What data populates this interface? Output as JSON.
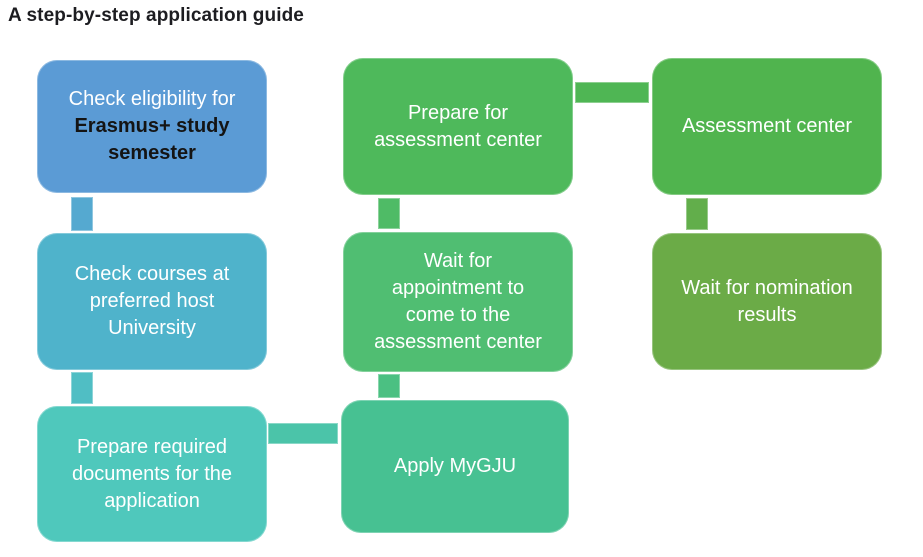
{
  "title": "A step-by-step application guide",
  "diagram": {
    "type": "flowchart",
    "flow_order": [
      "check-eligibility",
      "check-courses",
      "prepare-documents",
      "apply-mygju",
      "wait-appointment",
      "prepare-assessment",
      "assessment-center",
      "wait-nomination"
    ]
  },
  "steps": [
    {
      "id": "check-eligibility",
      "text": "Check eligibility for Erasmus+ study semester",
      "lines": [
        "Check eligibility for",
        "Erasmus+ study",
        "semester"
      ],
      "color": "#5B9BD5",
      "text_color": "#ffffff",
      "emphasis_text": "Erasmus+ study semester",
      "emphasis_color": "#141414"
    },
    {
      "id": "check-courses",
      "text": "Check courses at preferred host University",
      "lines": [
        "Check courses at",
        "preferred host",
        "University"
      ],
      "color": "#4FB3CB",
      "text_color": "#ffffff"
    },
    {
      "id": "prepare-documents",
      "text": "Prepare required documents for the application",
      "lines": [
        "Prepare required",
        "documents for the",
        "application"
      ],
      "color": "#4FC8BC",
      "text_color": "#ffffff"
    },
    {
      "id": "apply-mygju",
      "text": "Apply MyGJU",
      "lines": [
        "Apply MyGJU"
      ],
      "color": "#47C192",
      "text_color": "#ffffff"
    },
    {
      "id": "wait-appointment",
      "text": "Wait for appointment to come to the assessment center",
      "lines": [
        "Wait for",
        "appointment to",
        "come to the",
        "assessment center"
      ],
      "color": "#50BE72",
      "text_color": "#ffffff"
    },
    {
      "id": "prepare-assessment",
      "text": "Prepare for assessment center",
      "lines": [
        "Prepare for",
        "assessment center"
      ],
      "color": "#4EB95B",
      "text_color": "#ffffff"
    },
    {
      "id": "assessment-center",
      "text": "Assessment center",
      "lines": [
        "Assessment center"
      ],
      "color": "#50B44E",
      "text_color": "#ffffff"
    },
    {
      "id": "wait-nomination",
      "text": "Wait for nomination results",
      "lines": [
        "Wait for nomination",
        "results"
      ],
      "color": "#6BAB47",
      "text_color": "#ffffff"
    }
  ],
  "connectors": [
    {
      "from": "check-eligibility",
      "to": "check-courses",
      "direction": "down",
      "color": "#55A9D0"
    },
    {
      "from": "check-courses",
      "to": "prepare-documents",
      "direction": "down",
      "color": "#50BEC4"
    },
    {
      "from": "prepare-documents",
      "to": "apply-mygju",
      "direction": "right",
      "color": "#4BC4A9"
    },
    {
      "from": "apply-mygju",
      "to": "wait-appointment",
      "direction": "up",
      "color": "#4BC082"
    },
    {
      "from": "wait-appointment",
      "to": "prepare-assessment",
      "direction": "up",
      "color": "#4FBB66"
    },
    {
      "from": "prepare-assessment",
      "to": "assessment-center",
      "direction": "right",
      "color": "#4FB654"
    },
    {
      "from": "assessment-center",
      "to": "wait-nomination",
      "direction": "down",
      "color": "#62AE4B"
    }
  ]
}
